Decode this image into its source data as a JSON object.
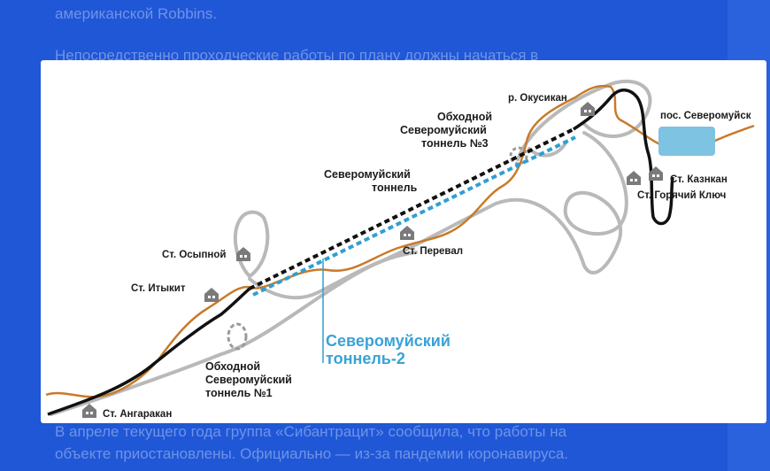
{
  "article": {
    "line_top_1": "американской Robbins.",
    "line_top_2": "Непосредственно проходческие работы по плану должны начаться в",
    "line_bottom_1": "В апреле текущего года группа «Сибантрацит» сообщила, что работы на",
    "line_bottom_2": "объекте приостановлены. Официально — из-за пандемии коронавируса."
  },
  "map": {
    "labels": {
      "okusikan": "р. Окусикан",
      "bypass3_l1": "Обходной",
      "bypass3_l2": "Северомуйский",
      "bypass3_l3": "тоннель №3",
      "severomuysk_village": "пос. Северомуйск",
      "kaznkan": "Ст. Казнкан",
      "goryachy": "Ст. Горячий Ключ",
      "tunnel_l1": "Северомуйский",
      "tunnel_l2": "тоннель",
      "pereval": "Ст. Перевал",
      "osypnoy": "Ст. Осыпной",
      "itykit": "Ст. Итыкит",
      "tunnel2_l1": "Северомуйский",
      "tunnel2_l2": "тоннель-2",
      "bypass1_l1": "Обходной",
      "bypass1_l2": "Северомуйский",
      "bypass1_l3": "тоннель №1",
      "angarakan": "Ст. Ангаракан"
    },
    "colors": {
      "old_line": "#c97a2a",
      "main_line": "#111111",
      "bypass_line": "#b9b9b9",
      "new_tunnel": "#2f9fd2",
      "lake": "#7fc3e2"
    }
  }
}
